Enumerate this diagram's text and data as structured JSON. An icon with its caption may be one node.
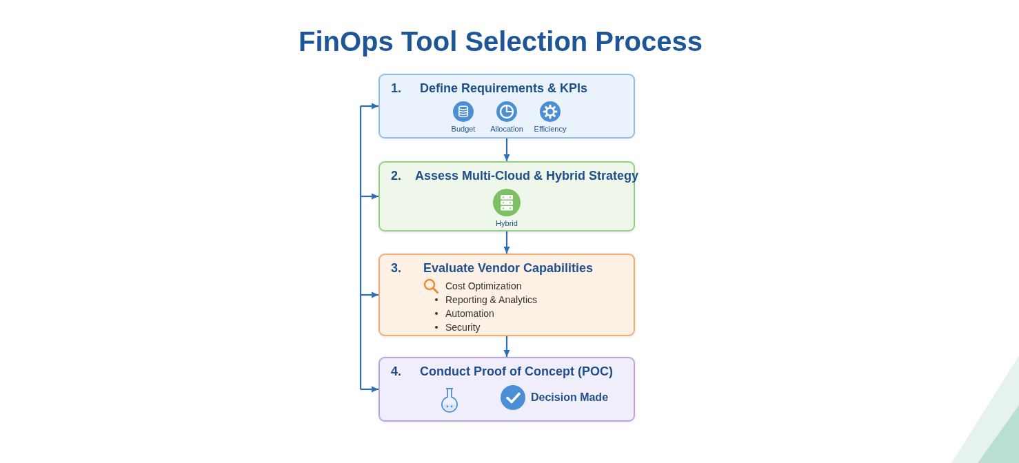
{
  "diagram": {
    "title": "FinOps Tool Selection Process",
    "nodes": [
      {
        "text": [
          "1.",
          "Define Requirements & KPIs",
          "Budget",
          "Allocation",
          "Efficiency"
        ]
      },
      {
        "text": [
          "2.",
          "Assess Multi-Cloud & Hybrid Strategy",
          "Hybrid"
        ]
      },
      {
        "text": [
          "3.",
          "Evaluate Vendor Capabilities",
          "Cost Optimization",
          "Reporting & Analytics",
          "Automation",
          "Security"
        ]
      },
      {
        "text": [
          "4.",
          "Conduct Proof of Concept (POC)",
          "Decision Made"
        ]
      }
    ],
    "edges": [
      {
        "from": 0,
        "to": 1,
        "arrow": "to"
      },
      {
        "from": 1,
        "to": 2,
        "arrow": "to"
      },
      {
        "from": 2,
        "to": 3,
        "arrow": "to"
      },
      {
        "from": null,
        "to": 0,
        "arrow": "to"
      },
      {
        "from": null,
        "to": 1,
        "arrow": "to"
      },
      {
        "from": null,
        "to": 2,
        "arrow": "to"
      },
      {
        "from": null,
        "to": 3,
        "arrow": "to"
      }
    ]
  }
}
